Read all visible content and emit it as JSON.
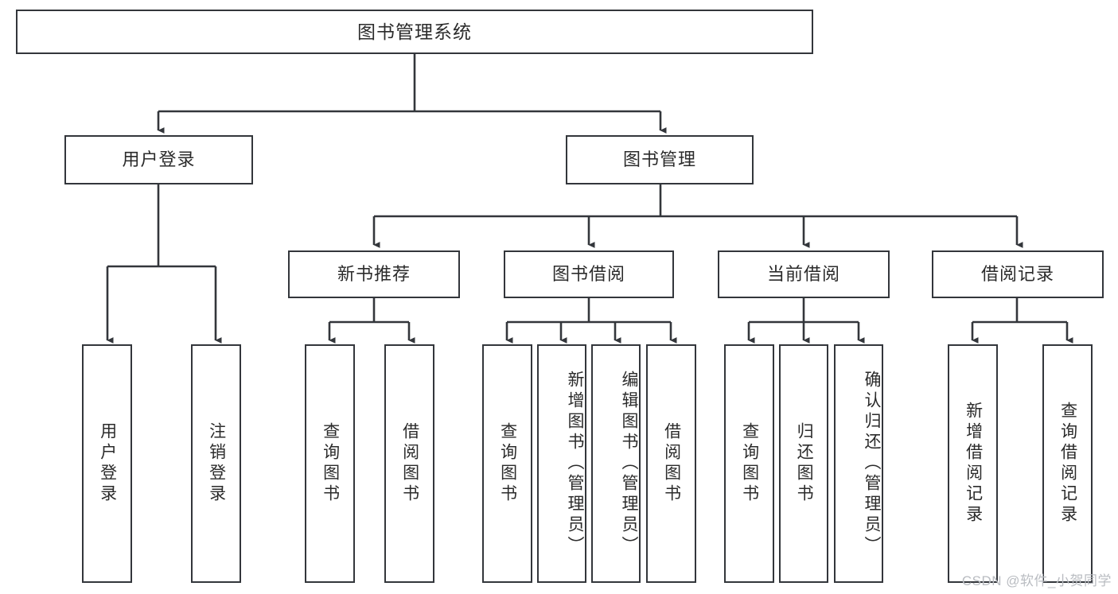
{
  "diagram": {
    "title": "图书管理系统",
    "type": "tree",
    "nodes": {
      "root": {
        "label": "图书管理系统"
      },
      "level2": [
        {
          "id": "user-login",
          "label": "用户登录"
        },
        {
          "id": "book-management",
          "label": "图书管理"
        }
      ],
      "level3": [
        {
          "id": "new-book-recommend",
          "label": "新书推荐"
        },
        {
          "id": "book-borrow",
          "label": "图书借阅"
        },
        {
          "id": "current-borrow",
          "label": "当前借阅"
        },
        {
          "id": "borrow-record",
          "label": "借阅记录"
        }
      ],
      "leaves": {
        "user-login": [
          {
            "id": "user-login-leaf",
            "label": "用户登录"
          },
          {
            "id": "logout-leaf",
            "label": "注销登录"
          }
        ],
        "new-book-recommend": [
          {
            "id": "query-book-recommend",
            "label": "查询图书"
          },
          {
            "id": "borrow-book-recommend",
            "label": "借阅图书"
          }
        ],
        "book-borrow": [
          {
            "id": "query-book-borrow",
            "label": "查询图书"
          },
          {
            "id": "add-book-admin",
            "label": "新增图书（管理员）"
          },
          {
            "id": "edit-book-admin",
            "label": "编辑图书（管理员）"
          },
          {
            "id": "borrow-book",
            "label": "借阅图书"
          }
        ],
        "current-borrow": [
          {
            "id": "query-book-current",
            "label": "查询图书"
          },
          {
            "id": "return-book",
            "label": "归还图书"
          },
          {
            "id": "confirm-return-admin",
            "label": "确认归还（管理员）"
          }
        ],
        "borrow-record": [
          {
            "id": "add-borrow-record",
            "label": "新增借阅记录"
          },
          {
            "id": "query-borrow-record",
            "label": "查询借阅记录"
          }
        ]
      }
    },
    "watermark": "CSDN @软件_小贺同学",
    "colors": {
      "border": "#33363b",
      "text": "#2b2b2b",
      "background": "#ffffff",
      "watermark": "#b9bcc1"
    }
  }
}
